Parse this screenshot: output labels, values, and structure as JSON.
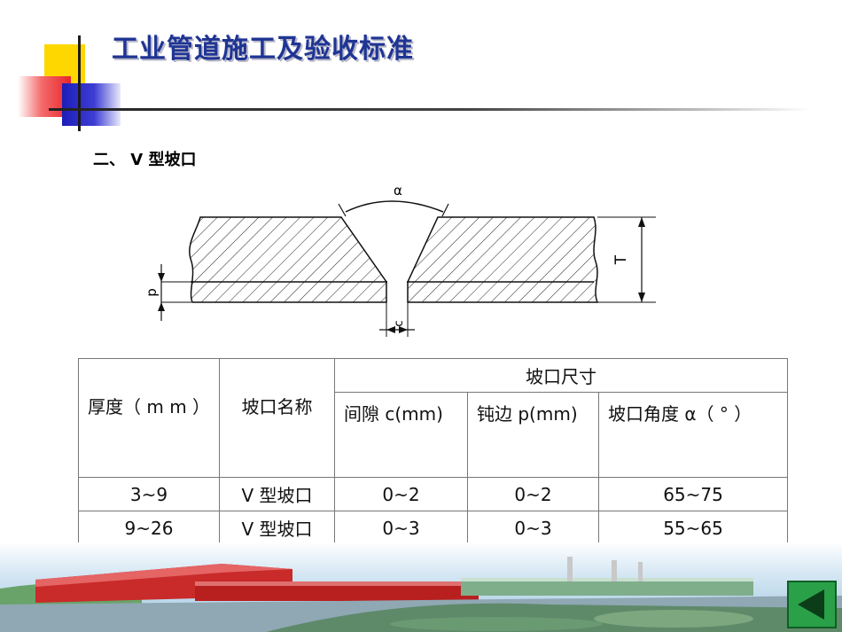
{
  "header": {
    "title": "工业管道施工及验收标准"
  },
  "section": {
    "subtitle": "二、 V 型坡口"
  },
  "diagram": {
    "labels": {
      "angle": "α",
      "thickness": "T",
      "root_face": "p",
      "gap": "c"
    }
  },
  "table": {
    "group_header": "坡口尺寸",
    "thickness_header": "厚度（ m m ）",
    "type_header": "坡口名称",
    "gap_header": "间隙 c(mm)",
    "root_header": "钝边 p(mm)",
    "angle_header": "坡口角度 α（ ° ）",
    "rows": [
      {
        "thickness": "3~9",
        "type": "V 型坡口",
        "gap": "0~2",
        "root": "0~2",
        "angle": "65~75"
      },
      {
        "thickness": "9~26",
        "type": "V 型坡口",
        "gap": "0~3",
        "root": "0~3",
        "angle": "55~65"
      }
    ]
  },
  "colors": {
    "title": "#1f3594",
    "accent_yellow": "#ffd700",
    "accent_red": "#e8262c",
    "accent_blue": "#2a2ac8",
    "nav_green": "#2aa048"
  },
  "nav": {
    "back_icon": "triangle-left-icon"
  }
}
